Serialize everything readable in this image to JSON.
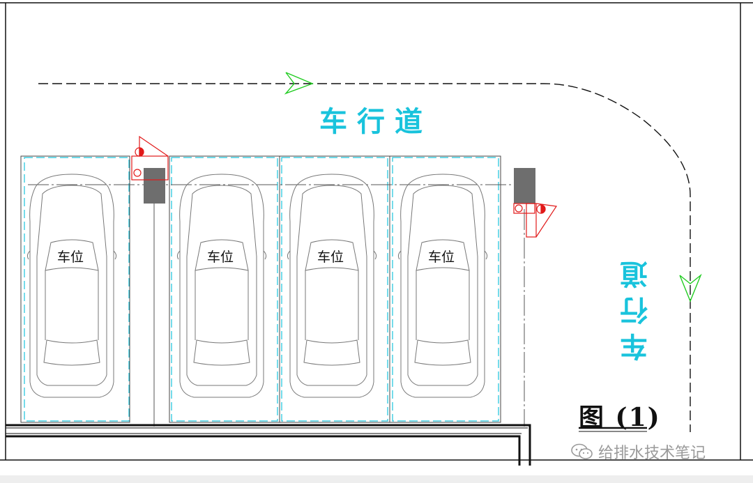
{
  "drawing": {
    "road_label_top": "车行道",
    "road_label_right": "车行道",
    "figure_title": "图 (1)",
    "watermark": "给排水技术笔记"
  },
  "parking": {
    "spots": [
      {
        "label": "车位"
      },
      {
        "label": "车位"
      },
      {
        "label": "车位"
      },
      {
        "label": "车位"
      }
    ]
  },
  "colors": {
    "road_text": "#19c3dc",
    "spot_outline": "#19c3dc",
    "sprinkler": "#e11919",
    "column": "#6e6e6e",
    "arrow": "#22cc22",
    "line": "#111111"
  }
}
